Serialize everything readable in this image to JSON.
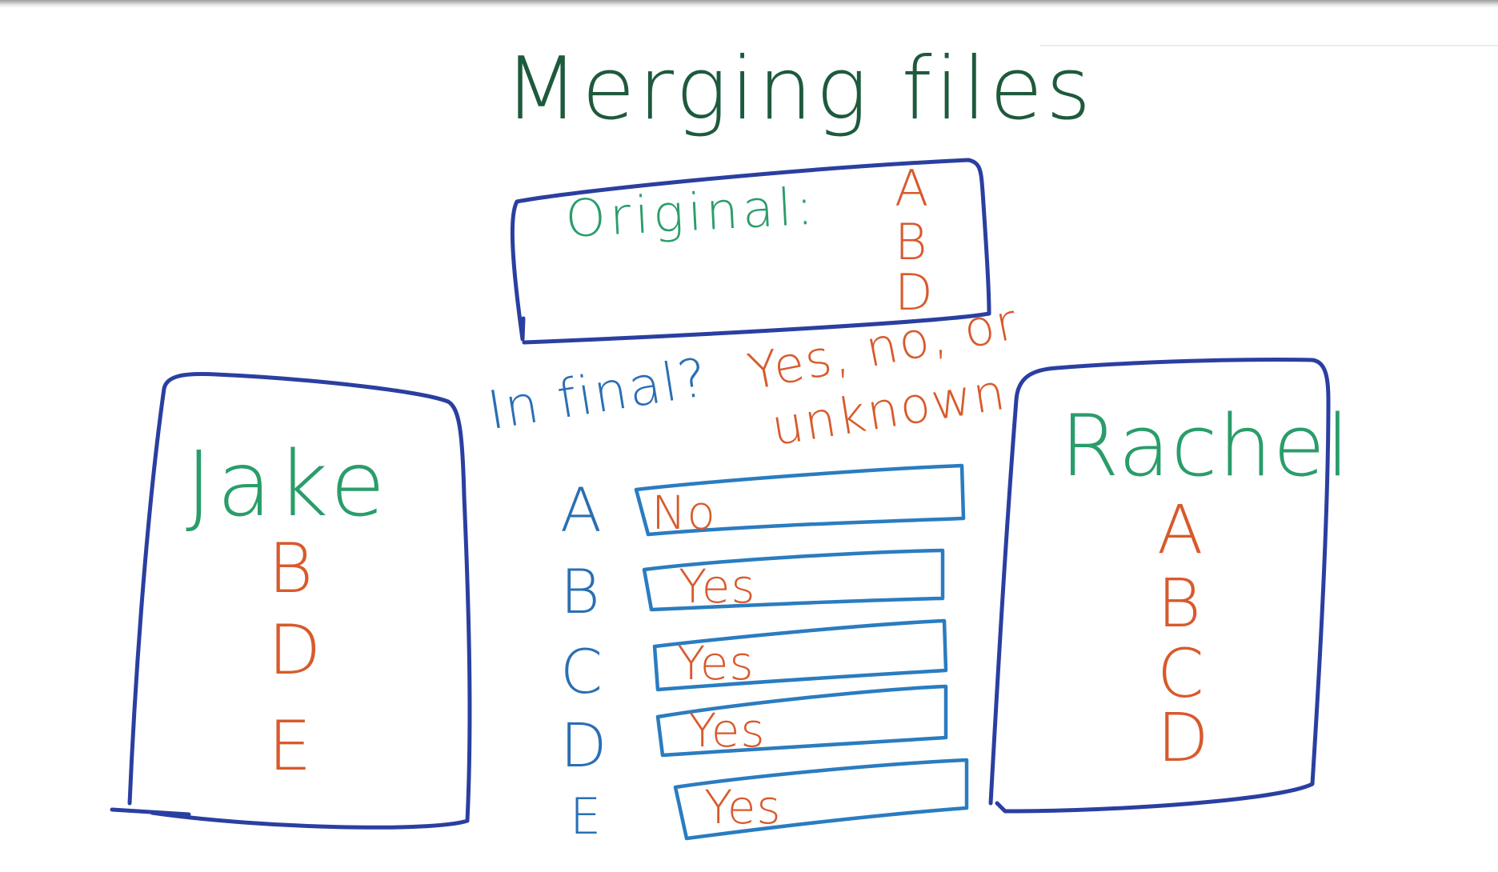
{
  "title": "Merging files",
  "original": {
    "label": "Original:",
    "letters": [
      "A",
      "B",
      "D"
    ]
  },
  "question": {
    "prompt": "In final?",
    "answer_line1": "Yes, no, or",
    "answer_line2": "unknown"
  },
  "jake": {
    "name": "Jake",
    "letters": [
      "B",
      "D",
      "E"
    ]
  },
  "rachel": {
    "name": "Rachel",
    "letters": [
      "A",
      "B",
      "C",
      "D"
    ]
  },
  "rows": [
    {
      "letter": "A",
      "answer": "No"
    },
    {
      "letter": "B",
      "answer": "Yes"
    },
    {
      "letter": "C",
      "answer": "Yes"
    },
    {
      "letter": "D",
      "answer": "Yes"
    },
    {
      "letter": "E",
      "answer": "Yes"
    }
  ],
  "colors": {
    "title": "#1e5a3c",
    "labels": "#2a9d6a",
    "values": "#d85a2c",
    "outline_dark": "#2a3fa0",
    "outline_light": "#2a7cc0"
  }
}
